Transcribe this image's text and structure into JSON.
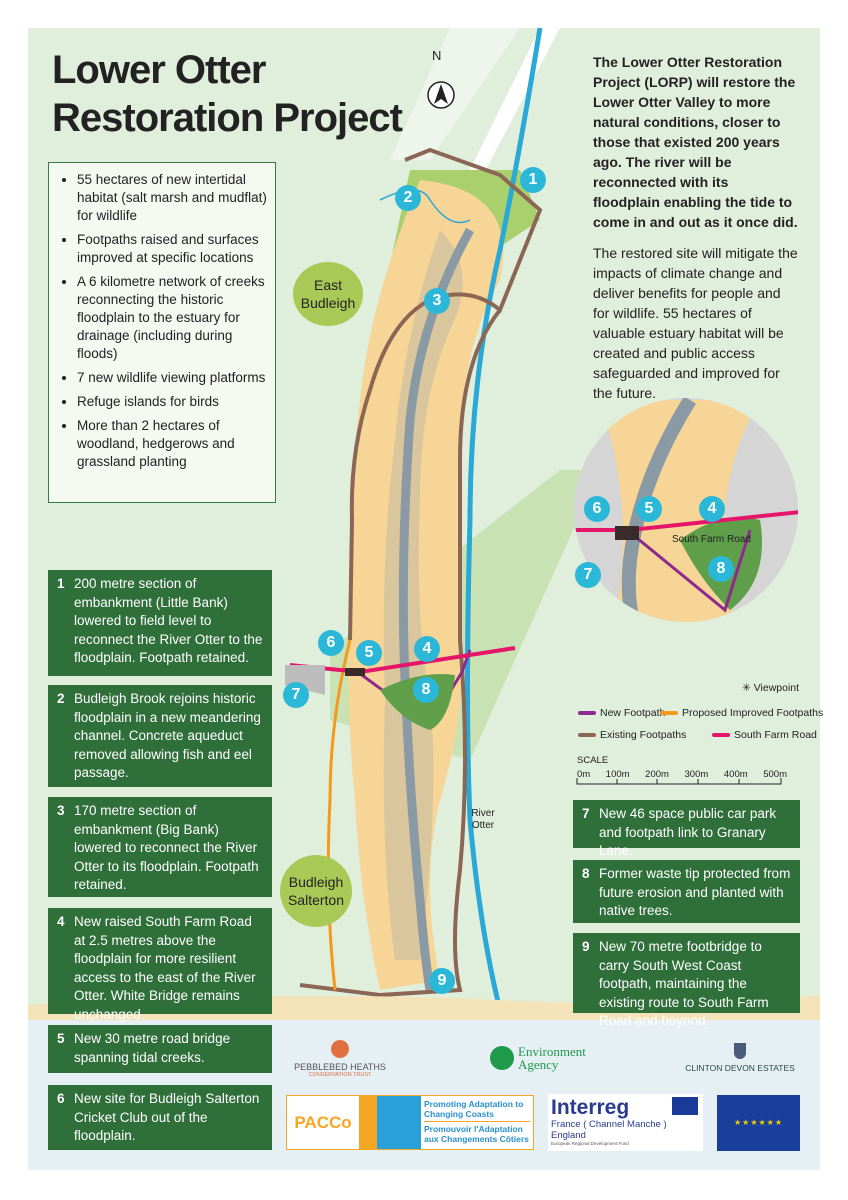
{
  "title": {
    "line1": "Lower Otter",
    "line2": "Restoration Project"
  },
  "compass": "N",
  "bullets": [
    "55 hectares of new intertidal habitat (salt marsh and mudflat) for wildlife",
    "Footpaths raised and surfaces improved at specific locations",
    "A 6 kilometre network of creeks reconnecting the historic floodplain to the estuary for drainage (including during floods)",
    "7 new wildlife viewing platforms",
    "Refuge islands for birds",
    "More than 2 hectares of woodland, hedgerows and grassland planting"
  ],
  "items": [
    {
      "n": "1",
      "text": "200 metre section of embankment (Little Bank) lowered to field level to reconnect the River Otter to the floodplain. Footpath retained."
    },
    {
      "n": "2",
      "text": "Budleigh Brook rejoins historic floodplain in a new meandering channel. Concrete aqueduct removed allowing fish and eel passage."
    },
    {
      "n": "3",
      "text": "170 metre section of embankment (Big Bank) lowered to reconnect the River Otter to its floodplain. Footpath retained."
    },
    {
      "n": "4",
      "text": "New raised South Farm Road at 2.5 metres above the floodplain for more resilient access to the east of the River Otter. White Bridge remains unchanged."
    },
    {
      "n": "5",
      "text": "New 30 metre road bridge spanning tidal creeks."
    },
    {
      "n": "6",
      "text": "New site for Budleigh Salterton Cricket Club out of the floodplain."
    },
    {
      "n": "7",
      "text": "New 46 space public car park and footpath link to Granary Lane."
    },
    {
      "n": "8",
      "text": "Former waste tip protected from future erosion and planted with native trees."
    },
    {
      "n": "9",
      "text": "New 70 metre footbridge to carry South West Coast footpath, maintaining the existing route to South Farm Road and beyond."
    }
  ],
  "intro": {
    "bold": "The Lower Otter Restoration Project (LORP) will restore the Lower Otter Valley to more natural conditions, closer to those that existed 200 years ago. The river will be reconnected with its floodplain enabling the tide to come in and out as it once did.",
    "body": "The restored site will mitigate the impacts of climate change and deliver benefits for people and for wildlife. 55 hectares of valuable estuary habitat will be created and public access safeguarded and improved for the future."
  },
  "map_labels": {
    "east_budleigh": "East Budleigh",
    "budleigh_salterton": "Budleigh Salterton",
    "river_otter": "River Otter",
    "south_farm_road": "South Farm Road"
  },
  "legend": {
    "viewpoint": "Viewpoint",
    "new_footpath": "New Footpath",
    "proposed": "Proposed Improved Footpaths",
    "existing": "Existing Footpaths",
    "south_farm_road": "South Farm Road",
    "scale": "SCALE",
    "ticks": [
      "0m",
      "100m",
      "200m",
      "300m",
      "400m",
      "500m"
    ],
    "colors": {
      "new_footpath": "#8e2a8e",
      "proposed": "#f39a1e",
      "existing": "#8b6655",
      "south_farm_road": "#e5156a"
    }
  },
  "logos": {
    "pebblebed": "PEBBLEBED HEATHS",
    "pebblebed_sub": "CONSERVATION TRUST",
    "ea": "Environment Agency",
    "clinton": "CLINTON DEVON ESTATES",
    "pacco": "PACCo",
    "pacco_en": "Promoting Adaptation to Changing Coasts",
    "pacco_fr": "Promouvoir l'Adaptation aux Changements Côtiers",
    "interreg": "Interreg",
    "interreg_sub": "France ( Channel Manche ) England",
    "interreg_fund": "European Regional Development Fund"
  }
}
